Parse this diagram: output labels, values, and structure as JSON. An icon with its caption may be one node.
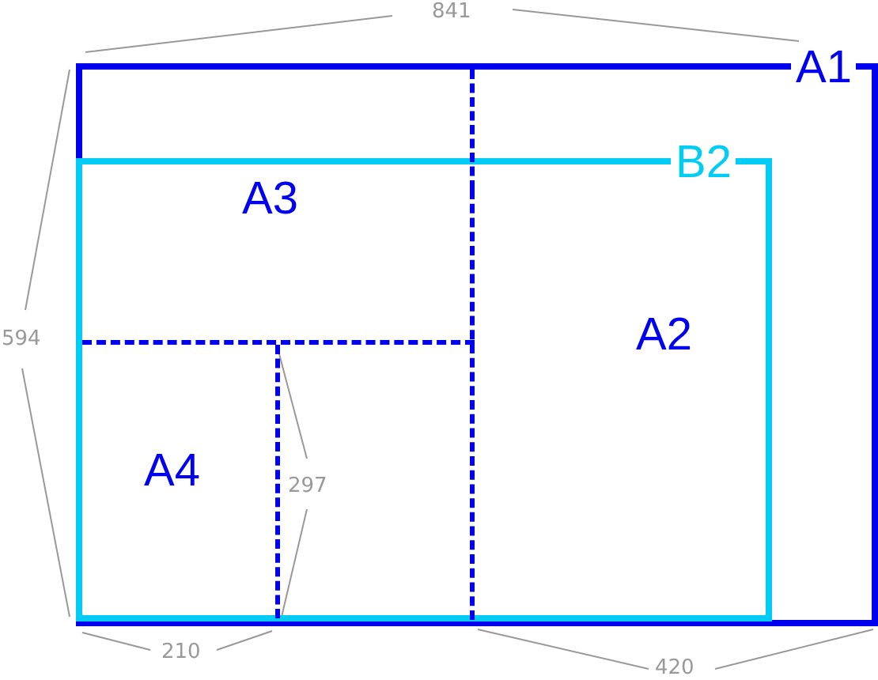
{
  "diagram": {
    "nodes": [
      {
        "text": [
          "A1"
        ]
      },
      {
        "text": [
          "B2"
        ],
        "in": 0
      },
      {
        "text": [
          "A3"
        ],
        "in": 0
      },
      {
        "text": [
          "A2"
        ],
        "in": 0
      },
      {
        "text": [
          "A4"
        ],
        "in": 1
      }
    ],
    "labels": [
      "841",
      "594",
      "297",
      "210",
      "420"
    ]
  }
}
